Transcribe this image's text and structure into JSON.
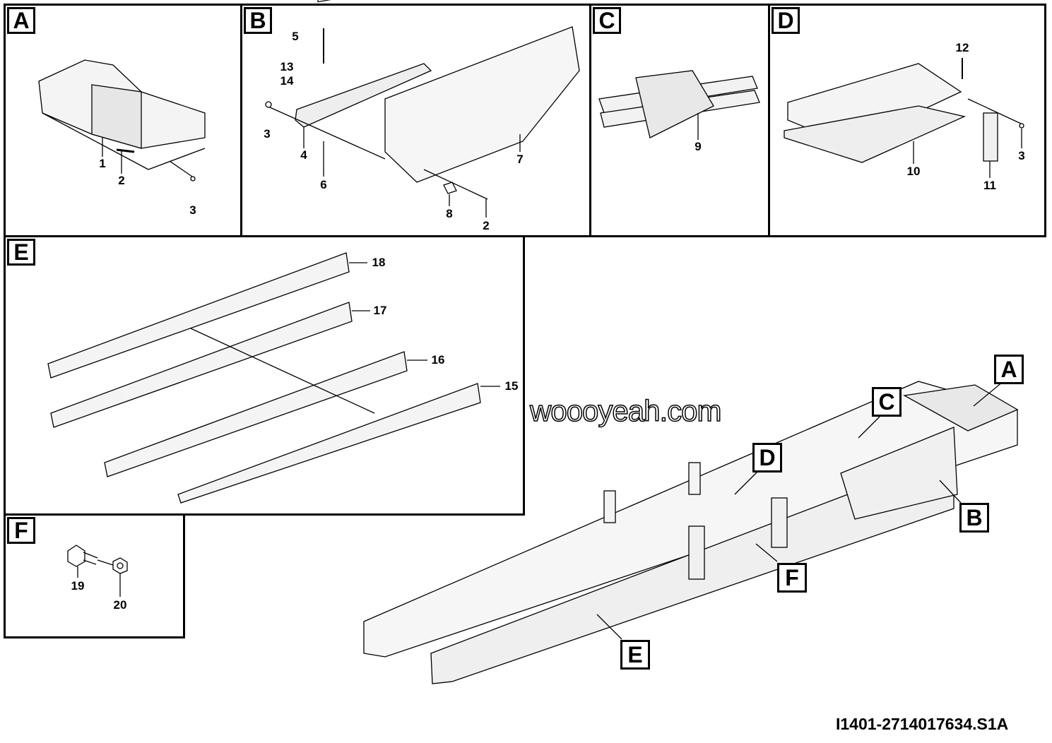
{
  "panels": {
    "A": {
      "label": "A",
      "numbers": [
        "1",
        "2",
        "3"
      ]
    },
    "B": {
      "label": "B",
      "numbers": [
        "5",
        "13",
        "14",
        "3",
        "4",
        "6",
        "7",
        "8",
        "2"
      ]
    },
    "C": {
      "label": "C",
      "numbers": [
        "9"
      ]
    },
    "D": {
      "label": "D",
      "numbers": [
        "12",
        "10",
        "3",
        "11"
      ]
    },
    "E": {
      "label": "E",
      "numbers": [
        "18",
        "17",
        "16",
        "15"
      ]
    },
    "F": {
      "label": "F",
      "numbers": [
        "19",
        "20"
      ]
    }
  },
  "assembly_callouts": [
    "A",
    "C",
    "D",
    "B",
    "F",
    "E"
  ],
  "watermark": "woooyeah.com",
  "drawing_code": "I1401-2714017634.S1A"
}
